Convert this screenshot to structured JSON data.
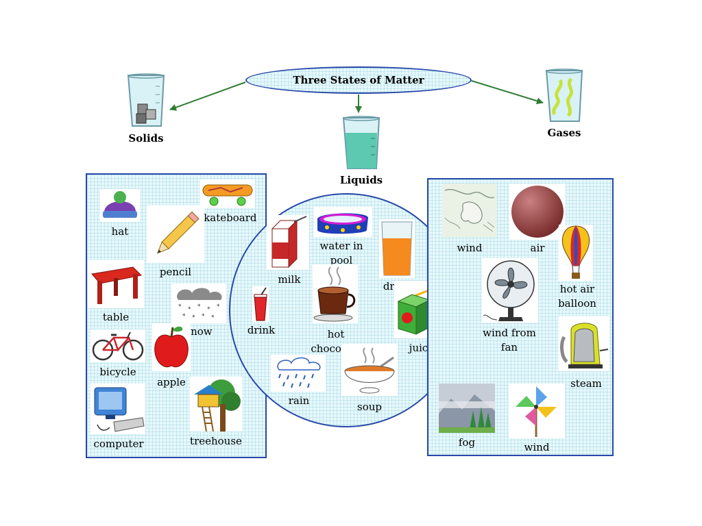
{
  "title": "Three States of Matter",
  "categories": {
    "solids": "Solids",
    "liquids": "Liquids",
    "gases": "Gases"
  },
  "solids_items": {
    "hat": "hat",
    "pencil": "pencil",
    "skateboard": "skateboard",
    "table": "table",
    "snow": "snow",
    "bicycle": "bicycle",
    "apple": "apple",
    "computer": "computer",
    "treehouse": "treehouse"
  },
  "liquids_items": {
    "milk": "milk",
    "water_in_pool": "water in\npool",
    "drink_glass": "drink",
    "drink_cup": "drink",
    "hot_chocolate": "hot\nchocolate",
    "juice": "juice",
    "rain": "rain",
    "soup": "soup"
  },
  "gases_items": {
    "wind_map": "wind",
    "air": "air",
    "hot_air_balloon": "hot air\nballoon",
    "wind_from_fan": "wind from\nfan",
    "steam": "steam",
    "fog": "fog",
    "wind_pinwheel": "wind"
  },
  "colors": {
    "border": "#2848a8",
    "panel_fill": "#e6f8fb",
    "arrow": "#2e7d32"
  }
}
